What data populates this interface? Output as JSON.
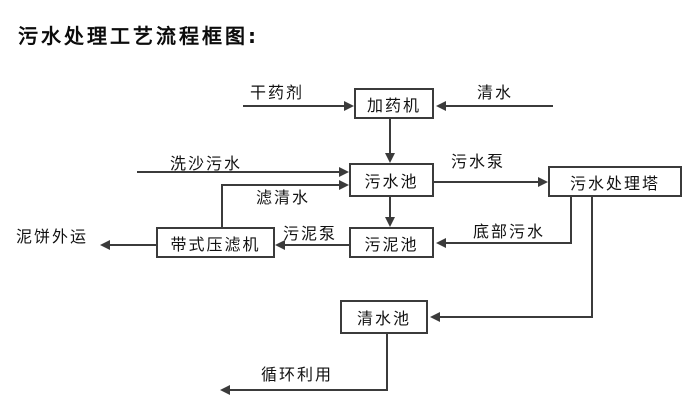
{
  "title": "污水处理工艺流程框图:",
  "diagram": {
    "nodes": {
      "dosing_machine": "加药机",
      "sewage_pool": "污水池",
      "treatment_tower": "污水处理塔",
      "sludge_pool": "污泥池",
      "belt_filter_press": "带式压滤机",
      "clean_water_pool": "清水池"
    },
    "labels": {
      "dry_agent": "干药剂",
      "clean_water": "清水",
      "sand_wash_sewage": "洗沙污水",
      "sewage_pump": "污水泵",
      "filtered_water": "滤清水",
      "sludge_pump": "污泥泵",
      "bottom_sewage": "底部污水",
      "mud_cake_out": "泥饼外运",
      "recycling": "循环利用"
    },
    "edges": [
      {
        "from": "external",
        "to": "dosing_machine",
        "label": "干药剂"
      },
      {
        "from": "external",
        "to": "dosing_machine",
        "label": "清水"
      },
      {
        "from": "dosing_machine",
        "to": "sewage_pool",
        "label": ""
      },
      {
        "from": "external",
        "to": "sewage_pool",
        "label": "洗沙污水"
      },
      {
        "from": "belt_filter_press",
        "to": "sewage_pool",
        "label": "滤清水"
      },
      {
        "from": "sewage_pool",
        "to": "treatment_tower",
        "label": "污水泵"
      },
      {
        "from": "sewage_pool",
        "to": "sludge_pool",
        "label": ""
      },
      {
        "from": "treatment_tower",
        "to": "sludge_pool",
        "label": "底部污水"
      },
      {
        "from": "sludge_pool",
        "to": "belt_filter_press",
        "label": "污泥泵"
      },
      {
        "from": "belt_filter_press",
        "to": "external",
        "label": "泥饼外运"
      },
      {
        "from": "treatment_tower",
        "to": "clean_water_pool",
        "label": ""
      },
      {
        "from": "clean_water_pool",
        "to": "external",
        "label": "循环利用"
      }
    ],
    "colors": {
      "line": "#3b3b3b",
      "text": "#111111",
      "background": "#ffffff",
      "node_fill": "#ffffff"
    }
  }
}
